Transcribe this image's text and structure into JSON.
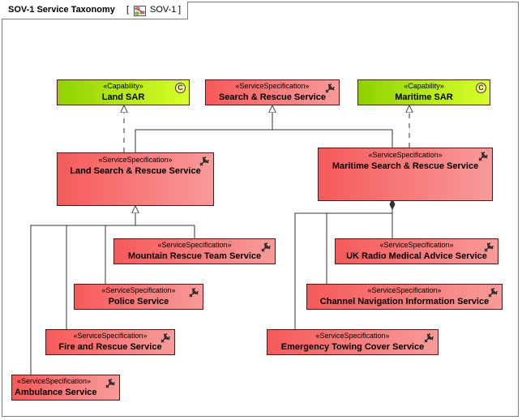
{
  "diagram": {
    "title": "SOV-1 Service Taxonomy",
    "bracket_open": "[",
    "reference": "SOV-1",
    "bracket_close": "]"
  },
  "stereotypes": {
    "capability": "«Capability»",
    "service_spec": "«ServiceSpecification»"
  },
  "capabilities": {
    "land_sar": "Land SAR",
    "maritime_sar": "Maritime SAR",
    "icon_letter": "C"
  },
  "services": {
    "search_rescue": "Search & Rescue Service",
    "land_search_rescue": "Land Search & Rescue Service",
    "maritime_search_rescue": "Maritime Search & Rescue Service",
    "mountain_rescue": "Mountain Rescue Team Service",
    "police": "Police Service",
    "fire_rescue": "Fire and Rescue Service",
    "ambulance": "Ambulance Service",
    "uk_radio_medical": "UK Radio Medical Advice Service",
    "channel_navigation": "Channel Navigation Information Service",
    "emergency_towing": "Emergency Towing Cover Service"
  },
  "icons": {
    "service": "tools-icon",
    "capability": "capability-icon",
    "diagram": "diagram-icon"
  },
  "colors": {
    "service_fill_start": "#f55a5a",
    "service_fill_end": "#f99a9a",
    "capability_fill_start": "#8fd100",
    "capability_fill_end": "#d8ff2a",
    "border": "#5a1414"
  }
}
